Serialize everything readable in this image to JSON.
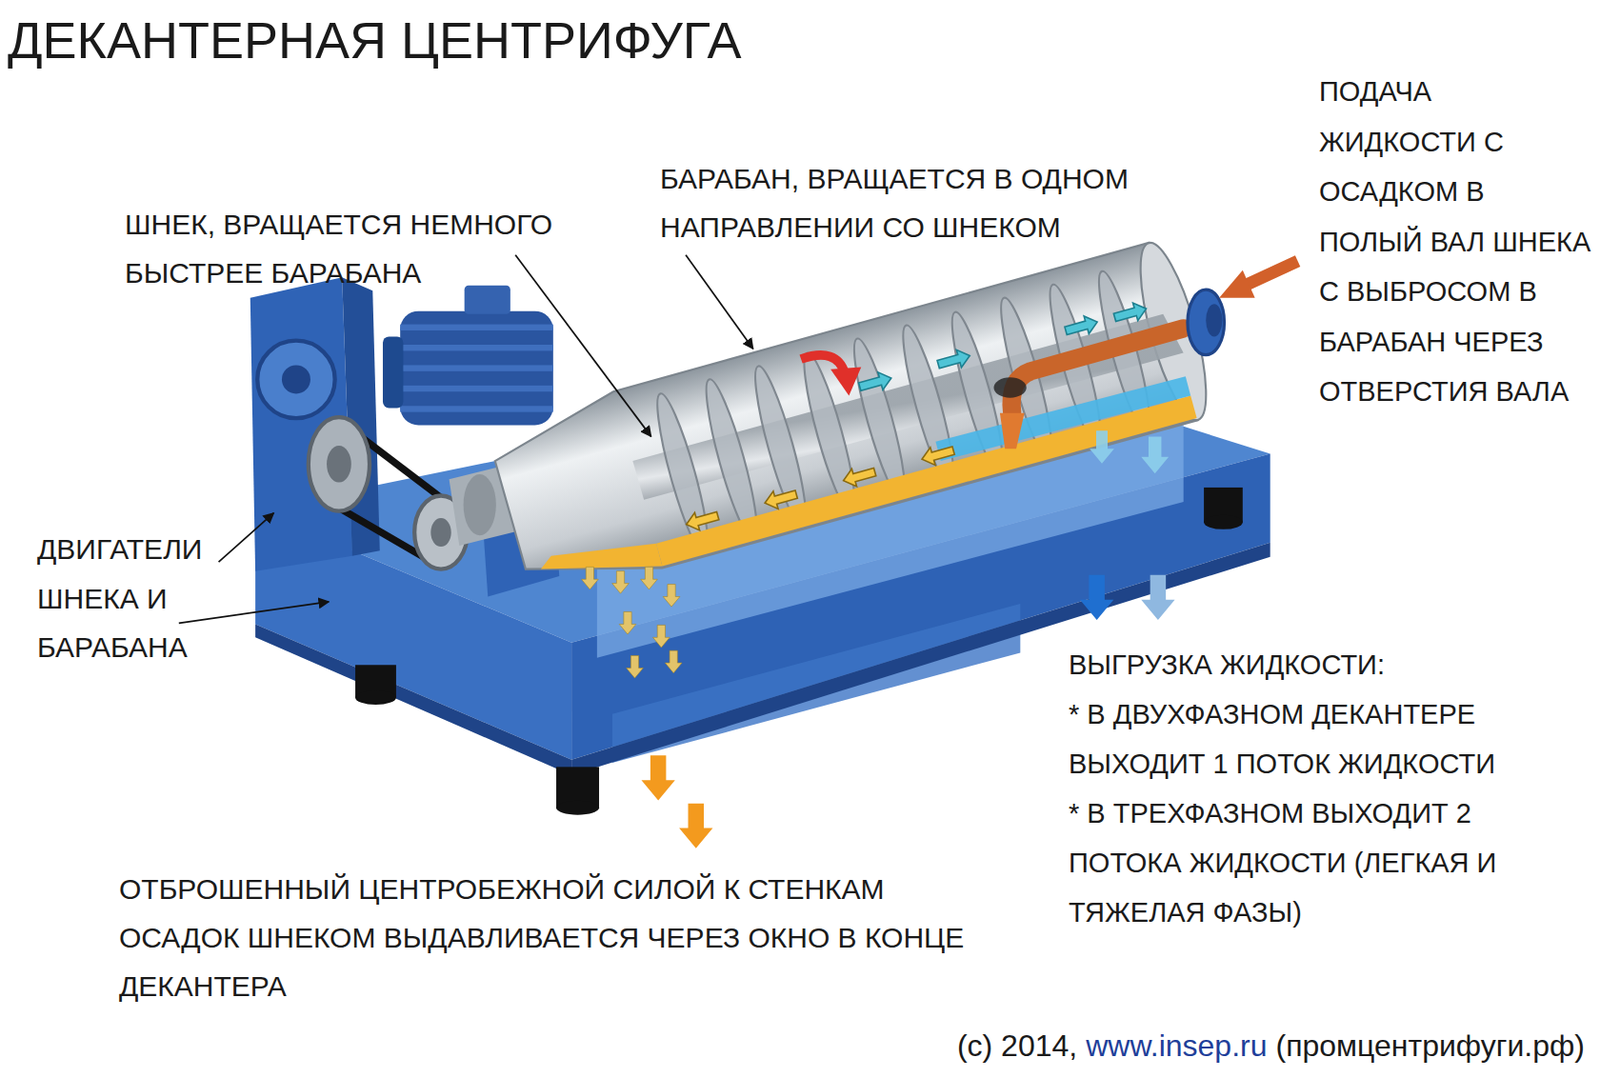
{
  "diagram": {
    "title": "ДЕКАНТЕРНАЯ ЦЕНТРИФУГА",
    "labels": [
      "ШНЕК, ВРАЩАЕТСЯ НЕМНОГО БЫСТРЕЕ БАРАБАНА",
      "БАРАБАН, ВРАЩАЕТСЯ В ОДНОМ НАПРАВЛЕНИИ СО ШНЕКОМ",
      "ПОДАЧА ЖИДКОСТИ С ОСАДКОМ В ПОЛЫЙ ВАЛ ШНЕКА С ВЫБРОСОМ В БАРАБАН ЧЕРЕЗ ОТВЕРСТИЯ ВАЛА",
      "ДВИГАТЕЛИ ШНЕКА И БАРАБАНА",
      "ВЫГРУЗКА ЖИДКОСТИ:",
      "* В ДВУХФАЗНОМ ДЕКАНТЕРЕ ВЫХОДИТ 1 ПОТОК ЖИДКОСТИ",
      "* В ТРЕХФАЗНОМ ВЫХОДИТ 2 ПОТОКА ЖИДКОСТИ (ЛЕГКАЯ И ТЯЖЕЛАЯ ФАЗЫ)",
      "ОТБРОШЕННЫЙ ЦЕНТРОБЕЖНОЙ СИЛОЙ К СТЕНКАМ ОСАДОК ШНЕКОМ ВЫДАВЛИВАЕТСЯ ЧЕРЕЗ ОКНО В КОНЦЕ ДЕКАНТЕРА",
      "(c) 2014,",
      "www.insep.ru",
      "(промцентрифуги.рф)"
    ]
  }
}
